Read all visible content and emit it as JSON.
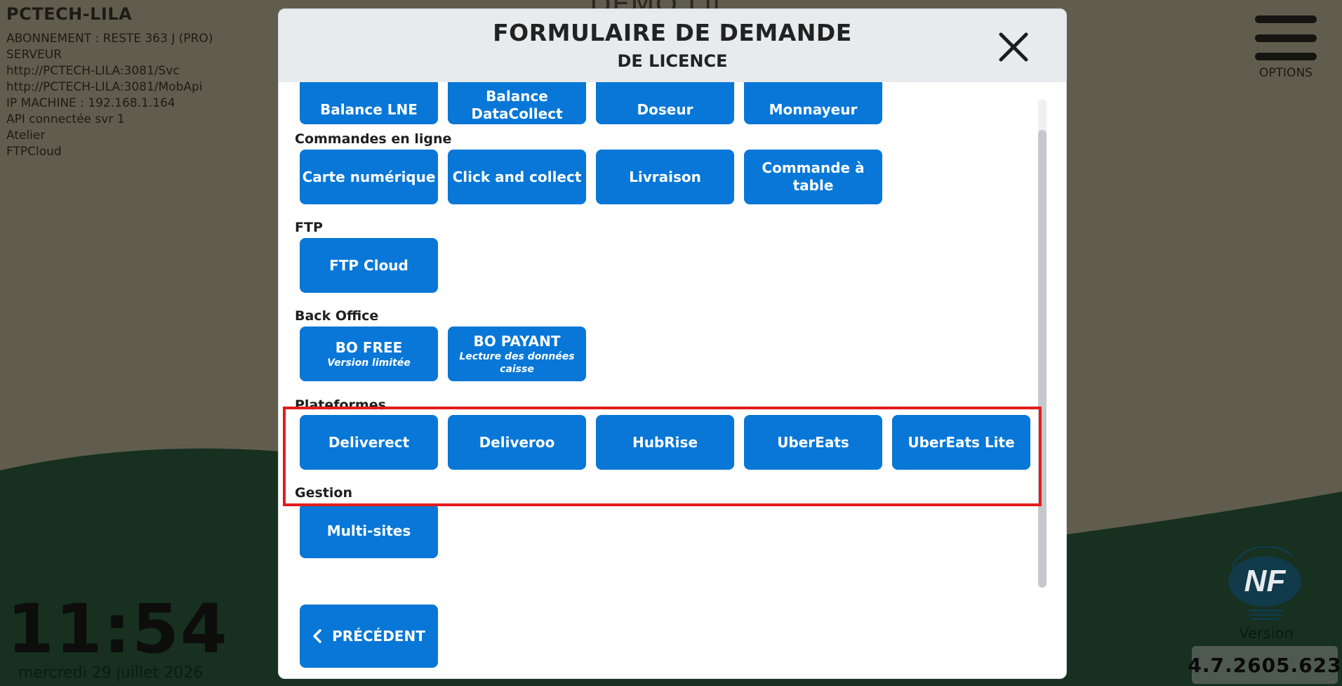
{
  "background": {
    "app_title": "PCTECH-LILA",
    "info_lines": [
      "ABONNEMENT : RESTE 363 J (PRO)",
      "SERVEUR",
      "http://PCTECH-LILA:3081/Svc",
      "http://PCTECH-LILA:3081/MobApi",
      "IP MACHINE : 192.168.1.164",
      "API connectée svr 1",
      "Atelier",
      "FTPCloud"
    ],
    "demo_text": "DEMO Lil",
    "options_label": "OPTIONS",
    "clock": "11:54",
    "date": "mercredi 29 juillet 2026",
    "version_label": "Version",
    "version_value": "4.7.2605.623",
    "colors": {
      "backdrop": "#615d4e",
      "green": "#17301f"
    },
    "nf_logo_icon": "nf-certification-logo"
  },
  "modal": {
    "title": "FORMULAIRE DE DEMANDE",
    "subtitle": "DE LICENCE",
    "close_icon": "close-icon",
    "accent_color": "#0877d7",
    "highlight_color": "#e11d1d",
    "top_row": [
      {
        "label": "Balance LNE"
      },
      {
        "label": "Balance\nDataCollect"
      },
      {
        "label": "Doseur"
      },
      {
        "label": "Monnayeur"
      }
    ],
    "sections": {
      "commandes": {
        "label": "Commandes en ligne",
        "buttons": [
          "Carte numérique",
          "Click and collect",
          "Livraison",
          "Commande à table"
        ]
      },
      "ftp": {
        "label": "FTP",
        "buttons": [
          "FTP Cloud"
        ]
      },
      "backoffice": {
        "label": "Back Office",
        "buttons": [
          {
            "label": "BO FREE",
            "sub": "Version limitée"
          },
          {
            "label": "BO PAYANT",
            "sub": "Lecture des données caisse"
          }
        ]
      },
      "plateformes": {
        "label": "Plateformes",
        "buttons": [
          "Deliverect",
          "Deliveroo",
          "HubRise",
          "UberEats",
          "UberEats Lite"
        ]
      },
      "gestion": {
        "label": "Gestion",
        "buttons": [
          "Multi-sites"
        ]
      }
    },
    "prev_button": "PRÉCÉDENT"
  }
}
